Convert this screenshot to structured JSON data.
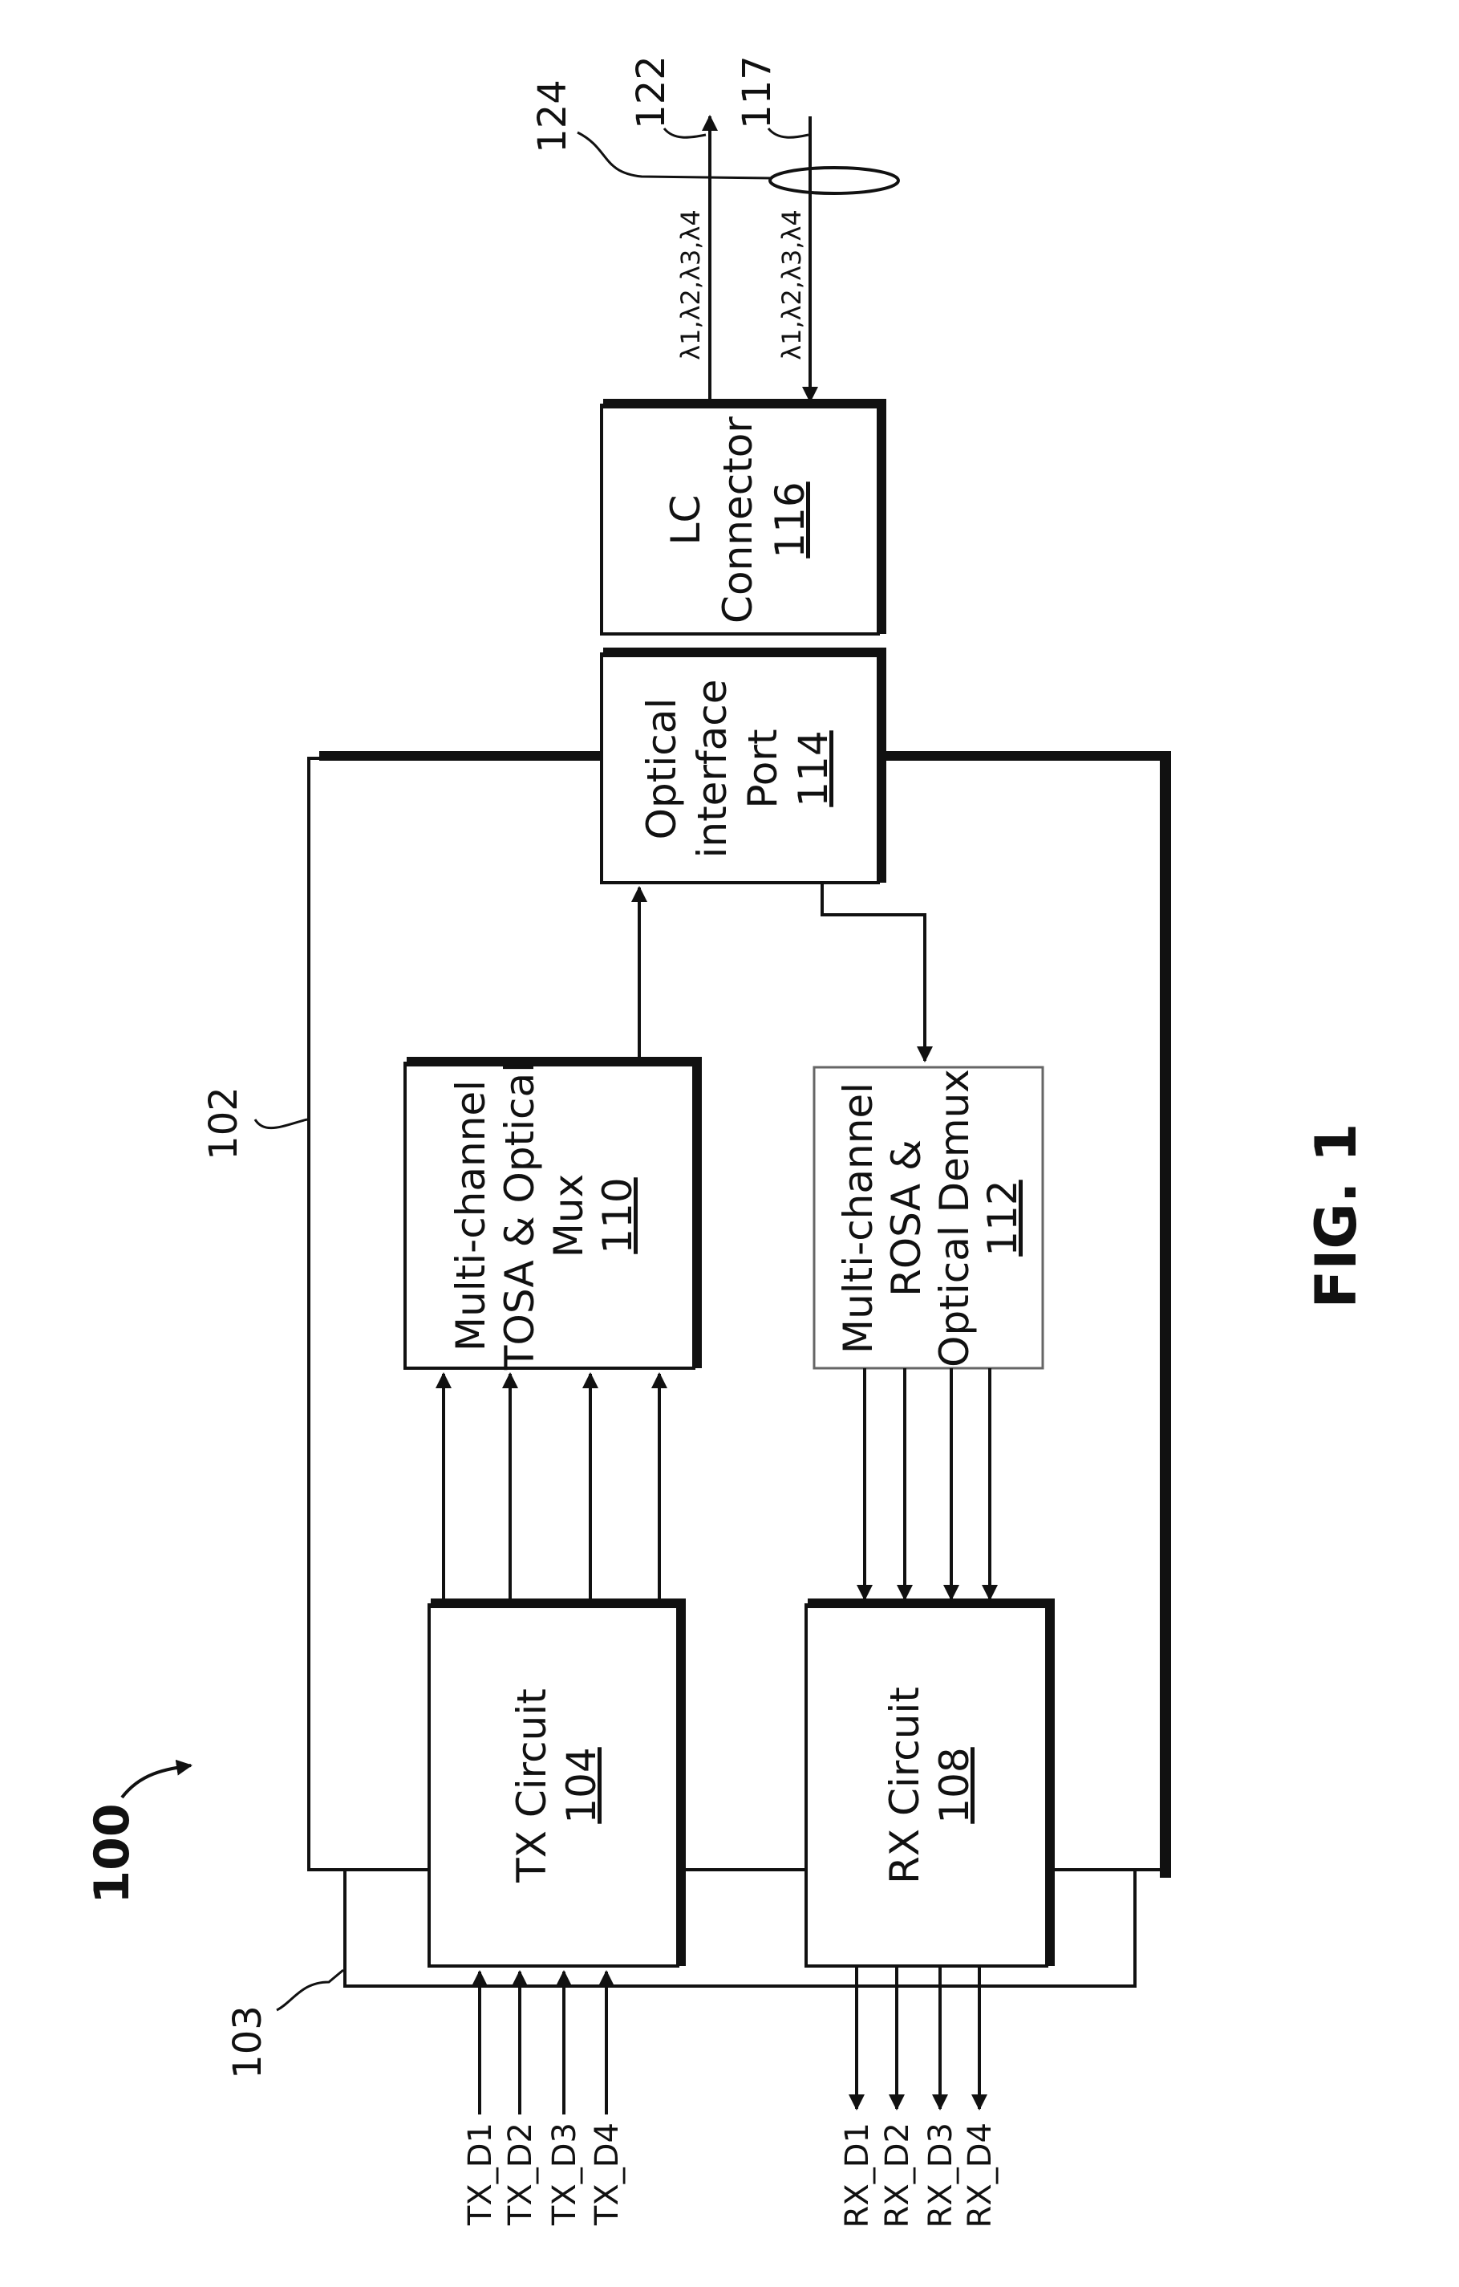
{
  "figure_label": "FIG. 1",
  "main_ref": "100",
  "refs": {
    "module": "102",
    "substrate": "103",
    "fiber_out": "122",
    "fiber_in": "117",
    "fiber_pair": "124"
  },
  "blocks": {
    "tx_circuit": {
      "lines": [
        "TX Circuit"
      ],
      "ref": "104"
    },
    "rx_circuit": {
      "lines": [
        "RX Circuit"
      ],
      "ref": "108"
    },
    "tosa_mux": {
      "lines": [
        "Multi-channel",
        "TOSA & Optical",
        "Mux"
      ],
      "ref": "110"
    },
    "rosa_demux": {
      "lines": [
        "Multi-channel",
        "ROSA &",
        "Optical Demux"
      ],
      "ref": "112"
    },
    "optical_port": {
      "lines": [
        "Optical",
        "interface",
        "Port"
      ],
      "ref": "114"
    },
    "lc_connector": {
      "lines": [
        "LC",
        "Connector"
      ],
      "ref": "116"
    }
  },
  "tx_inputs": [
    "TX_D1",
    "TX_D2",
    "TX_D3",
    "TX_D4"
  ],
  "rx_outputs": [
    "RX_D1",
    "RX_D2",
    "RX_D3",
    "RX_D4"
  ],
  "wavelengths_out": "λ1,λ2,λ3,λ4",
  "wavelengths_in": "λ1,λ2,λ3,λ4",
  "colors": {
    "ink": "#111111",
    "background": "#ffffff"
  }
}
